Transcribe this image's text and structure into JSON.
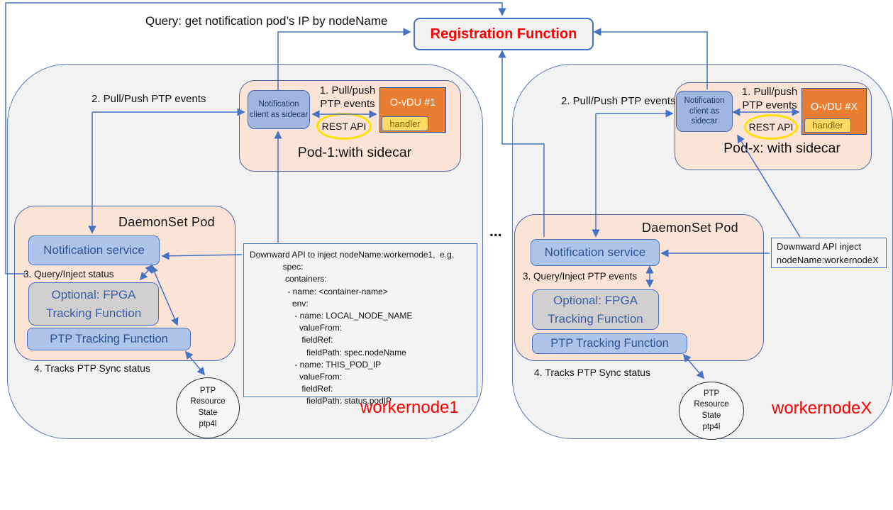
{
  "header": {
    "query_label": "Query: get notification pod’s IP by nodeName",
    "registration_label": "Registration Function"
  },
  "ellipsis": "...",
  "colors": {
    "accent_blue": "#4472c4",
    "node_background": "#f2f2f2",
    "pod_background": "#fbe3d5",
    "client_blue": "#a0b6e0",
    "service_blue": "#aec4e8",
    "fpga_grey": "#d1cfcf",
    "ovdu_orange": "#e97d32",
    "handler_yellow": "#ffd966",
    "rest_highlight": "#ffe000",
    "alert_red": "#ff0000"
  },
  "nodes": [
    {
      "name": "workernode1",
      "events_label": "2. Pull/Push PTP events",
      "tracks_label": "4. Tracks PTP Sync status",
      "resource_state": "PTP\nResource\nState\nptp4l",
      "pod": {
        "title": "Pod-1:with sidecar",
        "client_label": "Notification client as sidecar",
        "pull_push_label": "1. Pull/push PTP events",
        "rest_api_label": "REST API",
        "ovdu_label": "O-vDU #1",
        "handler_label": "handler"
      },
      "daemonset": {
        "title": "DaemonSet Pod",
        "service_label": "Notification service",
        "query_inject_label": "3. Query/Inject status",
        "fpga_label": "Optional: FPGA Tracking Function",
        "ptp_label": "PTP Tracking Function"
      },
      "downward_api": "Downward API to inject nodeName:workernode1,  e.g.\n              spec:\n               containers:\n                - name: <container-name>\n                  env:\n                   - name: LOCAL_NODE_NAME\n                     valueFrom:\n                      fieldRef:\n                        fieldPath: spec.nodeName\n                   - name: THIS_POD_IP\n                     valueFrom:\n                      fieldRef:\n                        fieldPath: status.podIP"
    },
    {
      "name": "workernodeX",
      "events_label": "2. Pull/Push PTP events",
      "tracks_label": "4. Tracks PTP Sync status",
      "resource_state": "PTP\nResource\nState\nptp4l",
      "pod": {
        "title": "Pod-x: with sidecar",
        "client_label": "Notification client as sidecar",
        "pull_push_label": "1. Pull/push PTP events",
        "rest_api_label": "REST API",
        "ovdu_label": "O-vDU #X",
        "handler_label": "handler"
      },
      "daemonset": {
        "title": "DaemonSet Pod",
        "service_label": "Notification service",
        "query_inject_label": "3. Query/Inject PTP events",
        "fpga_label": "Optional: FPGA Tracking Function",
        "ptp_label": "PTP Tracking Function"
      },
      "downward_api": "Downward API inject\nnodeName:workernodeX"
    }
  ]
}
